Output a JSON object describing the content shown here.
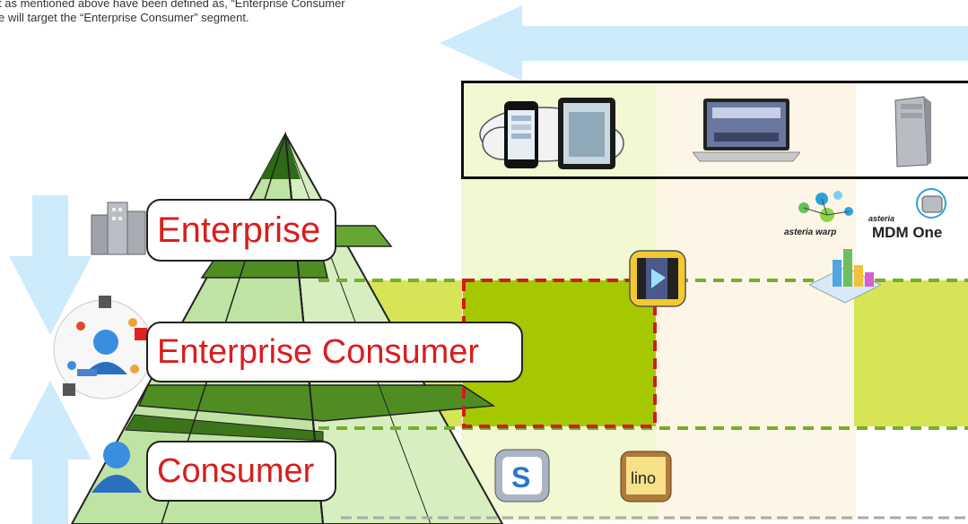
{
  "intro": {
    "line1": "t as mentioned above have been defined as, “Enterprise Consumer",
    "line2": "e will target the “Enterprise Consumer” segment."
  },
  "segments": {
    "enterprise": "Enterprise",
    "enterprise_consumer": "Enterprise Consumer",
    "consumer": "Consumer"
  },
  "products": {
    "warp_logo": "asteria warp",
    "mdm_logo_prefix": "asteria",
    "mdm_logo": "MDM One",
    "lino_label": "lino",
    "s_label": "S"
  },
  "colors": {
    "column_mobile": "#f1f8d2",
    "column_laptop": "#fdf6e6",
    "highlight_dark": "#a6c800",
    "highlight_light": "#d6e456",
    "arrow_blue": "#cdebfb",
    "label_red": "#d81e1e",
    "dash_green": "#76ad2b",
    "dash_red": "#d01c1c"
  }
}
